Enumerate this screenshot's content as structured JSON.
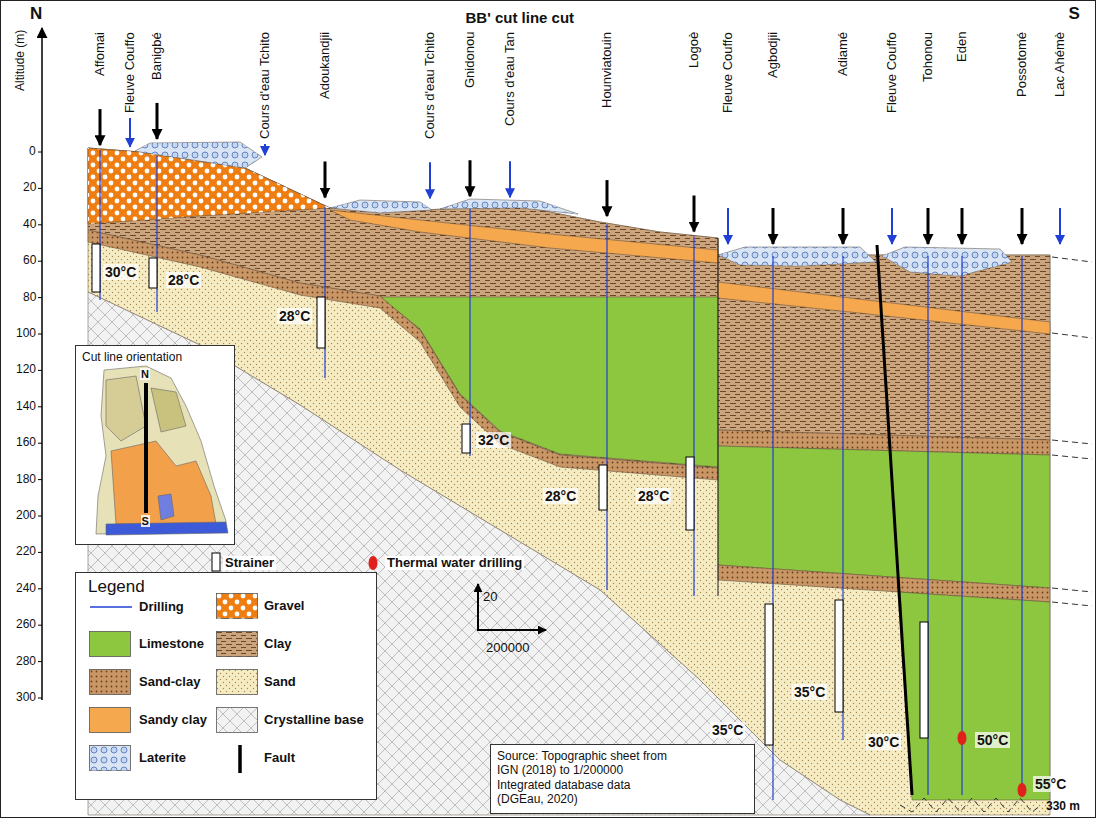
{
  "diagram": {
    "title": "BB' cut line cut",
    "nodes": [
      {
        "text": [
          "Cut line orientation"
        ]
      },
      {
        "text": [
          "Legend"
        ]
      },
      {
        "text": [
          "Source: Topographic sheet from IGN (2018) to 1/200000 Integrated database data (DGEau, 2020)"
        ]
      }
    ],
    "labels": [
      "N",
      "S",
      "Altitude (m)",
      "0",
      "20",
      "40",
      "60",
      "80",
      "100",
      "120",
      "140",
      "160",
      "180",
      "200",
      "220",
      "240",
      "260",
      "280",
      "300",
      "Affomai",
      "Fleuve Couffo",
      "Banigbé",
      "Cours d'eau Tchito",
      "Adoukandjii",
      "Cours d'eau Tchito",
      "Gnidonou",
      "Cours d'eau Tan",
      "Hounviatouin",
      "Logoè",
      "Fleuve Couffo",
      "Agbodjii",
      "Adiamé",
      "Fleuve Couffo",
      "Tohonou",
      "Eden",
      "Possotomé",
      "Lac Ahémè",
      "30°C",
      "28°C",
      "28°C",
      "32°C",
      "28°C",
      "28°C",
      "35°C",
      "35°C",
      "30°C",
      "50°C",
      "55°C",
      "20",
      "200000",
      "330 m",
      "N",
      "S"
    ],
    "legend": [
      {
        "text": "Strainer"
      },
      {
        "text": "Thermal water drilling"
      },
      {
        "text": "Drilling"
      },
      {
        "text": "Gravel",
        "color": "#ee7d12"
      },
      {
        "text": "Limestone",
        "color": "#8dc63f"
      },
      {
        "text": "Clay",
        "color": "#caa47c"
      },
      {
        "text": "Sand-clay",
        "color": "#c99665"
      },
      {
        "text": "Sand",
        "color": "#f6ecc4"
      },
      {
        "text": "Sandy clay",
        "color": "#f5a84d"
      },
      {
        "text": "Crystalline base",
        "color": "#f2f2f2"
      },
      {
        "text": "Laterite",
        "color": "#d9e5f5"
      },
      {
        "text": "Fault"
      }
    ]
  }
}
